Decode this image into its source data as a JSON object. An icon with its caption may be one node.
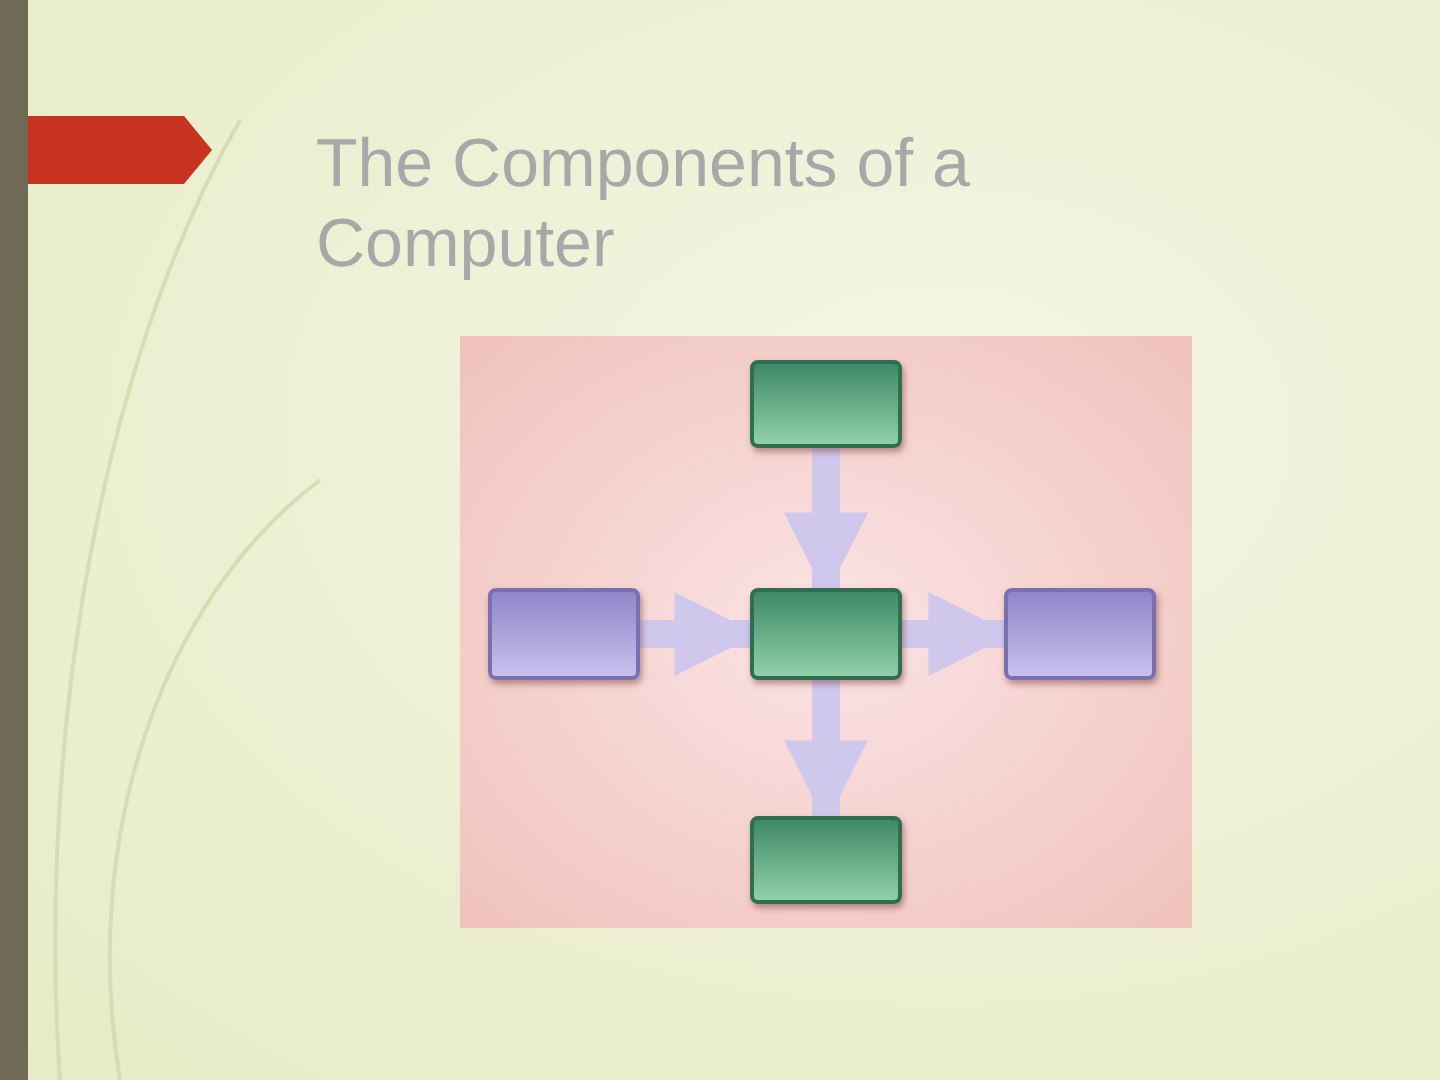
{
  "diagram": {
    "title": "The Components of a Computer",
    "nodes": [
      {
        "text": [],
        "shape": "box"
      },
      {
        "text": [],
        "shape": "box"
      },
      {
        "text": [],
        "shape": "box"
      },
      {
        "text": [],
        "shape": "box"
      },
      {
        "text": [],
        "shape": "box"
      }
    ],
    "edges": [
      {
        "from": 0,
        "to": 2,
        "arrow": "to"
      },
      {
        "from": 1,
        "to": 2,
        "arrow": "to"
      },
      {
        "from": 2,
        "to": 3,
        "arrow": "to"
      },
      {
        "from": 2,
        "to": 4,
        "arrow": "to"
      }
    ]
  }
}
